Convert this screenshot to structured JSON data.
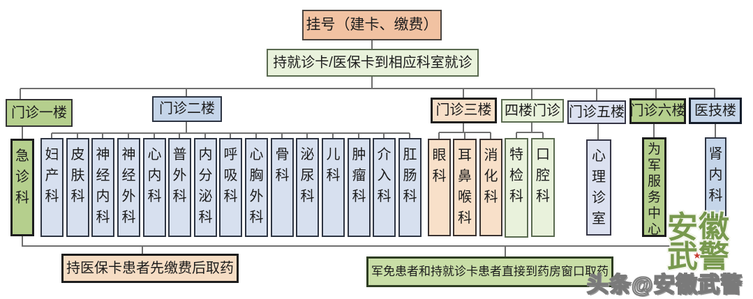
{
  "nodes": {
    "registration": "挂号（建卡、缴费）",
    "instruction": "持就诊卡/医保卡到相应科室就诊"
  },
  "floors": [
    {
      "label": "门诊一楼",
      "departments": [
        "急诊科"
      ]
    },
    {
      "label": "门诊二楼",
      "departments": [
        "妇产科",
        "皮肤科",
        "神经内科",
        "神经外科",
        "心内科",
        "普外科",
        "内分泌科",
        "呼吸科",
        "心胸外科",
        "骨科",
        "泌尿科",
        "儿科",
        "肿瘤科",
        "介入科",
        "肛肠科"
      ]
    },
    {
      "label": "门诊三楼",
      "departments": [
        "眼科",
        "耳鼻喉科",
        "消化科"
      ]
    },
    {
      "label": "四楼门诊",
      "departments": [
        "特检科",
        "口腔科"
      ]
    },
    {
      "label": "门诊五楼",
      "departments": [
        "心理诊室"
      ]
    },
    {
      "label": "门诊六楼",
      "departments": [
        "为军服务中心"
      ]
    },
    {
      "label": "医技楼",
      "departments": [
        "肾内科"
      ]
    }
  ],
  "notes": {
    "medicare": "持医保卡患者先缴费后取药",
    "military": "军免患者和持就诊卡患者直接到药房窗口取药"
  },
  "watermarks": {
    "stamp_line1": "安徽",
    "stamp_line2": "武警",
    "star": "★",
    "credit": "头条@安徽武警"
  },
  "colors": {
    "salmon": "#f1c2a2",
    "salmon_light": "#f8e0c9",
    "green_medium": "#b5cf8d",
    "green_light": "#e9f2dc",
    "green_note": "#c9dea7",
    "blue_medium": "#c5d5e9",
    "blue_light": "#d7e0ef",
    "lavender": "#dce1f0",
    "connector_line": "#6f6f6f",
    "stamp_green": "#6d9140",
    "credit_outline": "#7a7a7a"
  }
}
